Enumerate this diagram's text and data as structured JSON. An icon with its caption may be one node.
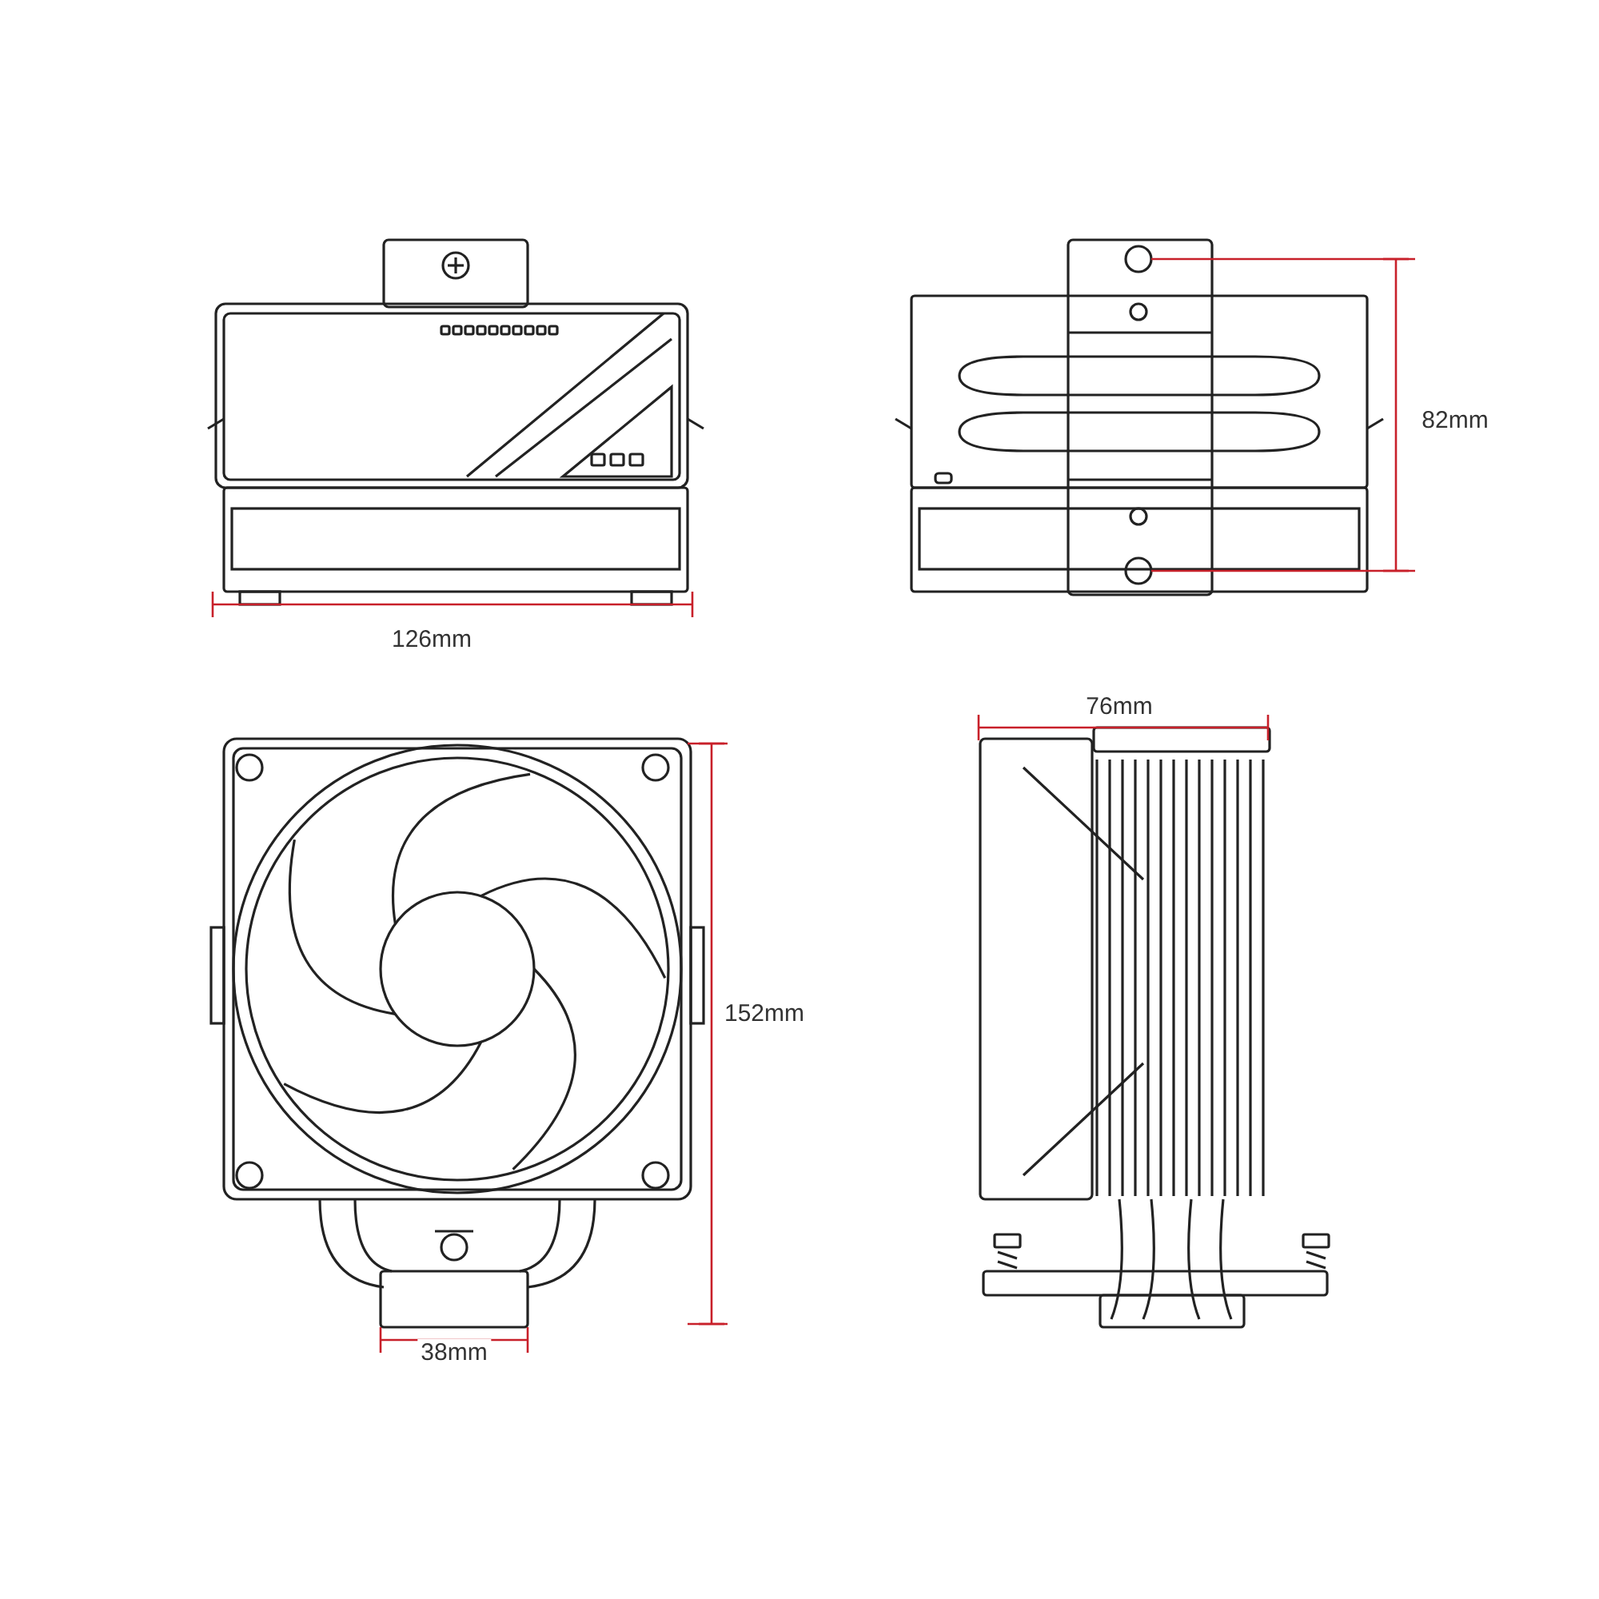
{
  "diagram": {
    "labels": [
      "82mm",
      "126mm",
      "76mm",
      "152mm",
      "38mm"
    ]
  }
}
